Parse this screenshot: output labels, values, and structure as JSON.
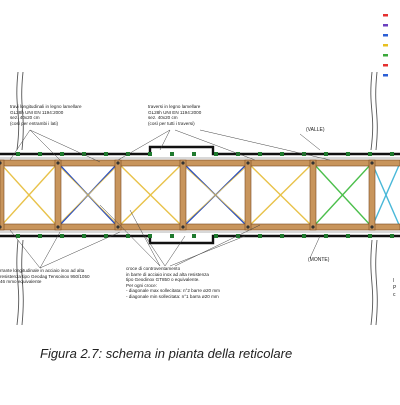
{
  "labels": {
    "travi_longitudinali": "travi longitudinali in legno lamellare\nGL28h UNI EN 1194:2000\nsez. 40x20 cm\n(così per entrambi i lati)",
    "traversi": "traversi in legno lamellare\nGL28h UNI EN 1194:2000\nsez. 40x20 cm\n(così per tutti i traversi)",
    "valle": "(VALLE)",
    "monte": "(MONTE)",
    "corrente": "rrante longitudinale in acciaio inox ad alta\nresistenza tipo Geodag Tensoinox 950/1050\n46 mmo equivalente",
    "croce": "croce di controventamento\nin barre di acciaio inox ad alta resistenza\ntipo Geodinox GT850 o equivalente.\nPer ogni croce:\n- diagonale max sollecitata: n°2 barre ø20 mm\n- diagonale min sollecitata: n°1 barra ø20 mm",
    "side_r": "l\nP\nc"
  },
  "caption": "Figura 2.7: schema in pianta della reticolare",
  "colors": {
    "timber": "#c8955c",
    "timber_edge": "#7a4a1e",
    "tie_yellow": "#e8c24a",
    "tie_blue": "#2c4fbf",
    "tie_cyan": "#49b8d8",
    "tie_green": "#4cbf4c",
    "deck": "#111111",
    "node": "#1f7a2e"
  },
  "legend_colors": [
    "#e53030",
    "#6a3fbf",
    "#2b5fd6",
    "#e8c020",
    "#3aa83a",
    "#e53030",
    "#2b5fd6"
  ]
}
